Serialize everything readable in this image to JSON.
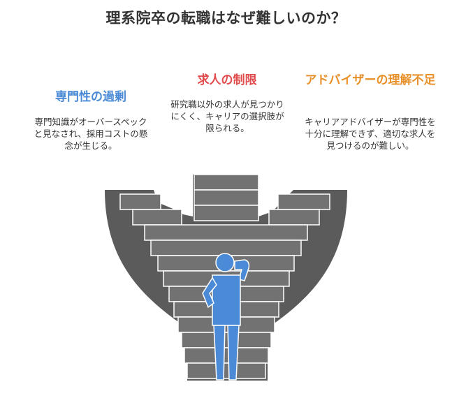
{
  "title": "理系院卒の転職はなぜ難しいのか？",
  "sections": [
    {
      "heading": "専門性の過剰",
      "description": "専門知識がオーバースペックと見なされ、採用コストの懸念が生じる。",
      "color": "#4a8ad6"
    },
    {
      "heading": "求人の制限",
      "description": "研究職以外の求人が見つかりにくく、キャリアの選択肢が限られる。",
      "color": "#e24b4b"
    },
    {
      "heading": "アドバイザーの理解不足",
      "description": "キャリアアドバイザーが専門性を十分に理解できず、適切な求人を見つけるのが難しい。",
      "color": "#e8902a"
    }
  ],
  "colors": {
    "stairs_dark": "#5b5b5b",
    "stairs_face": "#6e6e6e",
    "stairs_edge": "#ffffff",
    "person": "#4a8ad6"
  }
}
